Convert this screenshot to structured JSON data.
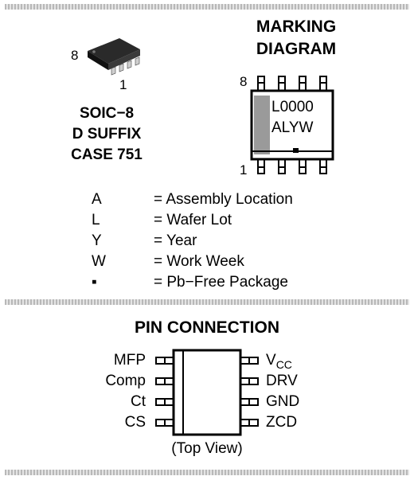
{
  "package": {
    "pin_high": "8",
    "pin_low": "1",
    "name": "SOIC−8",
    "suffix": "D SUFFIX",
    "case": "CASE 751"
  },
  "marking": {
    "title_line1": "MARKING",
    "title_line2": "DIAGRAM",
    "pin_high": "8",
    "pin_low": "1",
    "line1": "L0000",
    "line2": "ALYW"
  },
  "legend": [
    {
      "key": "A",
      "desc": "= Assembly Location"
    },
    {
      "key": "L",
      "desc": "= Wafer Lot"
    },
    {
      "key": "Y",
      "desc": "= Year"
    },
    {
      "key": "W",
      "desc": "= Work Week"
    },
    {
      "key": "▪",
      "desc": "= Pb−Free Package"
    }
  ],
  "pin_connection": {
    "title": "PIN CONNECTION",
    "left_pins": [
      "MFP",
      "Comp",
      "Ct",
      "CS"
    ],
    "right_pins": [
      {
        "main": "V",
        "sub": "CC"
      },
      {
        "main": "DRV",
        "sub": ""
      },
      {
        "main": "GND",
        "sub": ""
      },
      {
        "main": "ZCD",
        "sub": ""
      }
    ],
    "view_label": "(Top View)"
  }
}
